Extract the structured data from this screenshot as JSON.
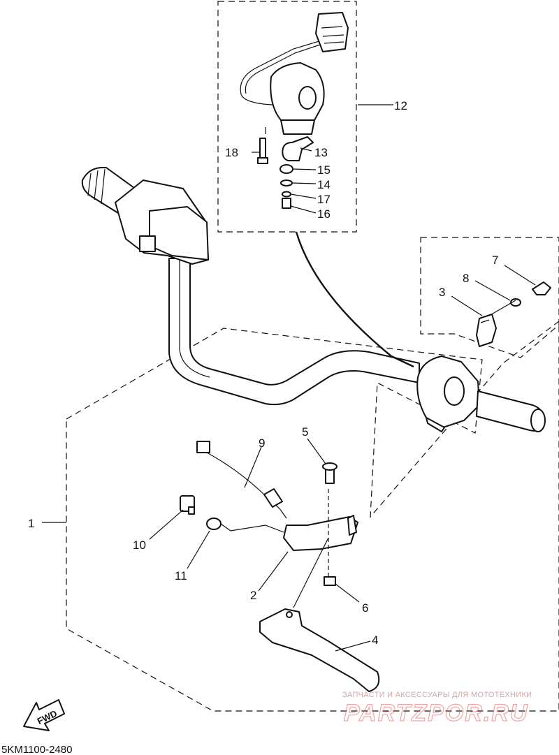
{
  "callouts": [
    {
      "id": "1",
      "text": "1"
    },
    {
      "id": "2",
      "text": "2"
    },
    {
      "id": "3",
      "text": "3"
    },
    {
      "id": "4",
      "text": "4"
    },
    {
      "id": "5",
      "text": "5"
    },
    {
      "id": "6",
      "text": "6"
    },
    {
      "id": "7",
      "text": "7"
    },
    {
      "id": "8",
      "text": "8"
    },
    {
      "id": "9",
      "text": "9"
    },
    {
      "id": "10",
      "text": "10"
    },
    {
      "id": "11",
      "text": "11"
    },
    {
      "id": "12",
      "text": "12"
    },
    {
      "id": "13",
      "text": "13"
    },
    {
      "id": "14",
      "text": "14"
    },
    {
      "id": "15",
      "text": "15"
    },
    {
      "id": "16",
      "text": "16"
    },
    {
      "id": "17",
      "text": "17"
    },
    {
      "id": "18",
      "text": "18"
    }
  ],
  "direction_label": "FWD",
  "drawing_code": "5KM1100-2480",
  "watermark": {
    "tagline": "ЗАПЧАСТИ И АКСЕССУАРЫ ДЛЯ МОТОТЕХНИКИ",
    "brand": "PARTZPOR.RU"
  }
}
